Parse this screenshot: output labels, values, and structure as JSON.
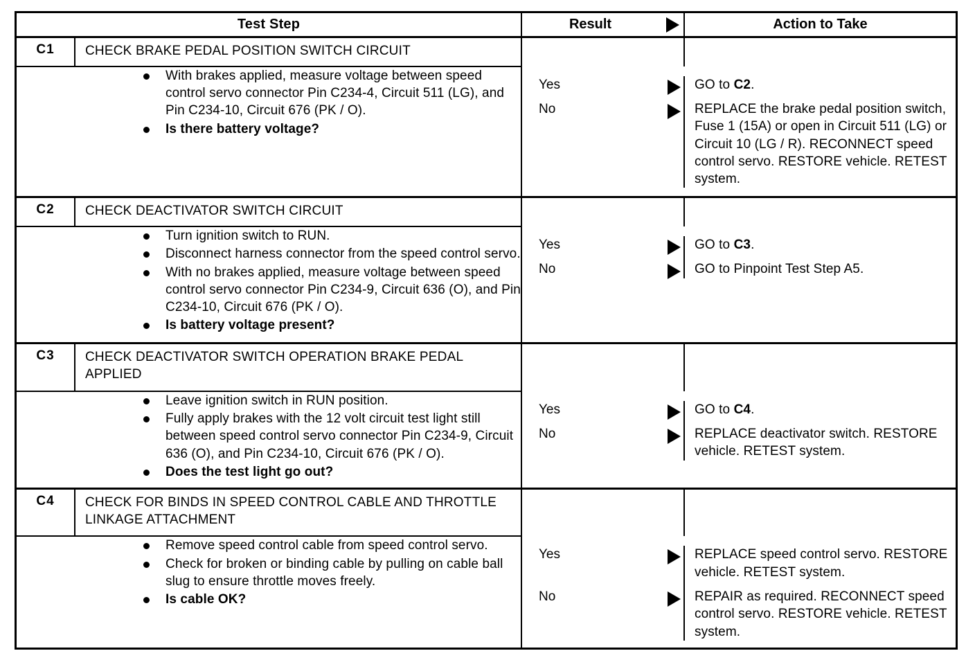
{
  "table": {
    "columns": {
      "step": "Test Step",
      "result": "Result",
      "action": "Action to Take"
    },
    "icons": {
      "header_arrow": "triangle-right-icon",
      "row_arrow": "triangle-right-icon",
      "bullet": "bullet-dot-icon"
    },
    "colors": {
      "ink": "#000000",
      "paper": "#ffffff"
    }
  },
  "steps": [
    {
      "code": "C1",
      "title": "CHECK BRAKE PEDAL POSITION SWITCH CIRCUIT",
      "bullets": [
        {
          "text": "With brakes applied, measure voltage between speed control servo connector Pin C234-4, Circuit 511 (LG), and Pin C234-10, Circuit 676 (PK / O).",
          "bold": false
        },
        {
          "text": "Is there battery voltage?",
          "bold": true
        }
      ],
      "outcomes": [
        {
          "result": "Yes",
          "action": "GO to C2.",
          "action_bold_tail": "C2."
        },
        {
          "result": "No",
          "action": "REPLACE the brake pedal position switch, Fuse 1 (15A) or open in Circuit 511 (LG) or Circuit 10 (LG / R). RECONNECT speed control servo. RESTORE vehicle. RETEST system.",
          "action_bold_tail": ""
        }
      ]
    },
    {
      "code": "C2",
      "title": "CHECK DEACTIVATOR SWITCH CIRCUIT",
      "bullets": [
        {
          "text": "Turn ignition switch to RUN.",
          "bold": false
        },
        {
          "text": "Disconnect harness connector from the speed control servo.",
          "bold": false
        },
        {
          "text": "With no brakes applied, measure voltage between speed control servo connector Pin C234-9, Circuit 636 (O), and Pin C234-10, Circuit 676 (PK / O).",
          "bold": false
        },
        {
          "text": "Is battery voltage present?",
          "bold": true
        }
      ],
      "outcomes": [
        {
          "result": "Yes",
          "action": "GO to C3.",
          "action_bold_tail": "C3."
        },
        {
          "result": "No",
          "action": "GO to Pinpoint Test Step A5.",
          "action_bold_tail": ""
        }
      ]
    },
    {
      "code": "C3",
      "title": "CHECK DEACTIVATOR SWITCH OPERATION BRAKE PEDAL APPLIED",
      "bullets": [
        {
          "text": "Leave ignition switch in RUN position.",
          "bold": false
        },
        {
          "text": "Fully apply brakes with the 12 volt circuit test light still between speed control servo connector Pin C234-9, Circuit 636 (O), and Pin C234-10, Circuit 676 (PK / O).",
          "bold": false
        },
        {
          "text": "Does the test light go out?",
          "bold": true
        }
      ],
      "outcomes": [
        {
          "result": "Yes",
          "action": "GO to C4.",
          "action_bold_tail": "C4."
        },
        {
          "result": "No",
          "action": "REPLACE deactivator switch. RESTORE vehicle. RETEST system.",
          "action_bold_tail": ""
        }
      ]
    },
    {
      "code": "C4",
      "title": "CHECK FOR BINDS IN SPEED CONTROL CABLE AND THROTTLE LINKAGE ATTACHMENT",
      "bullets": [
        {
          "text": "Remove speed control cable from speed control servo.",
          "bold": false
        },
        {
          "text": "Check for broken or binding cable by pulling on cable ball slug to ensure throttle moves freely.",
          "bold": false
        },
        {
          "text": "Is cable OK?",
          "bold": true
        }
      ],
      "outcomes": [
        {
          "result": "Yes",
          "action": "REPLACE speed control servo. RESTORE vehicle. RETEST system.",
          "action_bold_tail": ""
        },
        {
          "result": "No",
          "action": "REPAIR as required. RECONNECT speed control servo. RESTORE vehicle. RETEST system.",
          "action_bold_tail": ""
        }
      ]
    }
  ]
}
